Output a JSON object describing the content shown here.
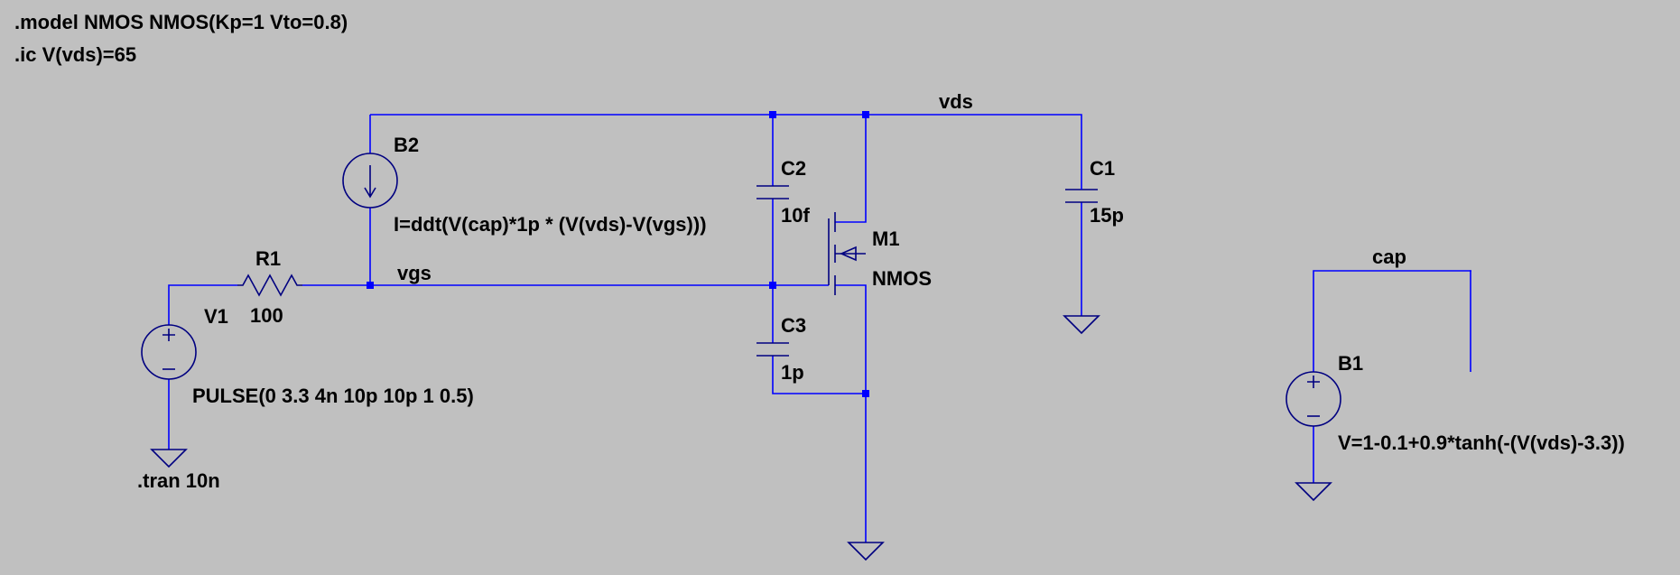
{
  "directives": {
    "model": ".model NMOS NMOS(Kp=1 Vto=0.8)",
    "ic": ".ic V(vds)=65",
    "tran": ".tran 10n"
  },
  "nets": {
    "vds": "vds",
    "vgs": "vgs",
    "cap": "cap"
  },
  "components": {
    "v1": {
      "ref": "V1",
      "value": "PULSE(0 3.3 4n 10p 10p 1 0.5)"
    },
    "r1": {
      "ref": "R1",
      "value": "100"
    },
    "b2": {
      "ref": "B2",
      "value": "I=ddt(V(cap)*1p * (V(vds)-V(vgs)))"
    },
    "c2": {
      "ref": "C2",
      "value": "10f"
    },
    "c3": {
      "ref": "C3",
      "value": "1p"
    },
    "m1": {
      "ref": "M1",
      "value": "NMOS"
    },
    "c1": {
      "ref": "C1",
      "value": "15p"
    },
    "b1": {
      "ref": "B1",
      "value": "V=1-0.1+0.9*tanh(-(V(vds)-3.3))"
    }
  },
  "colors": {
    "background": "#c0c0c0",
    "wire": "#0000ff",
    "symbol": "#000080",
    "text": "#000000"
  }
}
